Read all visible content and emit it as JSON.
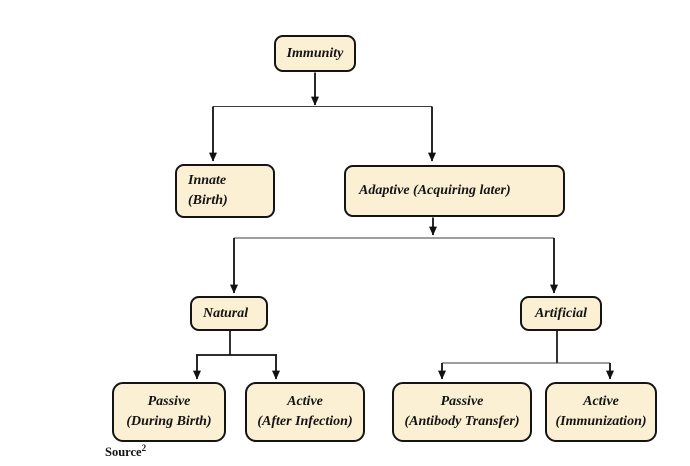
{
  "diagram": {
    "nodes": {
      "immunity": {
        "label": "Immunity"
      },
      "innate": {
        "line1": "Innate",
        "line2": "(Birth)"
      },
      "adaptive": {
        "label": "Adaptive (Acquiring later)"
      },
      "natural": {
        "label": "Natural"
      },
      "artificial": {
        "label": "Artificial"
      },
      "natural_passive": {
        "line1": "Passive",
        "line2": "(During Birth)"
      },
      "natural_active": {
        "line1": "Active",
        "line2": "(After Infection)"
      },
      "artificial_passive": {
        "line1": "Passive",
        "line2": "(Antibody Transfer)"
      },
      "artificial_active": {
        "line1": "Active",
        "line2": "(Immunization)"
      }
    },
    "edges": [
      [
        "immunity",
        "innate"
      ],
      [
        "immunity",
        "adaptive"
      ],
      [
        "adaptive",
        "natural"
      ],
      [
        "adaptive",
        "artificial"
      ],
      [
        "natural",
        "natural_passive"
      ],
      [
        "natural",
        "natural_active"
      ],
      [
        "artificial",
        "artificial_passive"
      ],
      [
        "artificial",
        "artificial_active"
      ]
    ],
    "source_note": {
      "label": "Source",
      "superscript": "2"
    },
    "colors": {
      "background": "#ffffff",
      "node_fill": "#FBF0D3",
      "node_border": "#141414",
      "connector": "#111111",
      "text": "#141414"
    }
  }
}
